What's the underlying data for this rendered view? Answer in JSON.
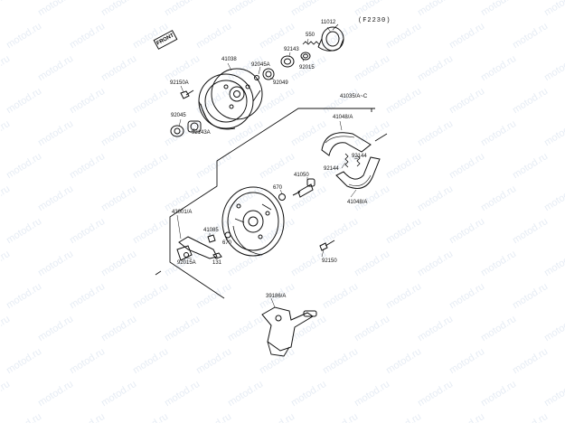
{
  "figure_code": "(F2230)",
  "front_label": "FRONT",
  "watermark_text": "motod.ru",
  "part_labels": {
    "p11012": "11012",
    "p550": "550",
    "p92143": "92143",
    "p92015_top": "92015",
    "p41038": "41038",
    "p92045A": "92045A",
    "p92049": "92049",
    "p92150A": "92150A",
    "p92045": "92045",
    "p92143A": "92143A",
    "p41035": "41035/A~C",
    "p41048A_top": "41048/A",
    "p92144_l": "92144",
    "p92144_r": "92144",
    "p41048A_bot": "41048/A",
    "p41050": "41050",
    "p670_a": "670",
    "p43001": "43001/A",
    "p41085": "41085",
    "p670_b": "670",
    "p92015A": "92015A",
    "p131": "131",
    "p92150": "92150",
    "p39186": "39186/A"
  }
}
